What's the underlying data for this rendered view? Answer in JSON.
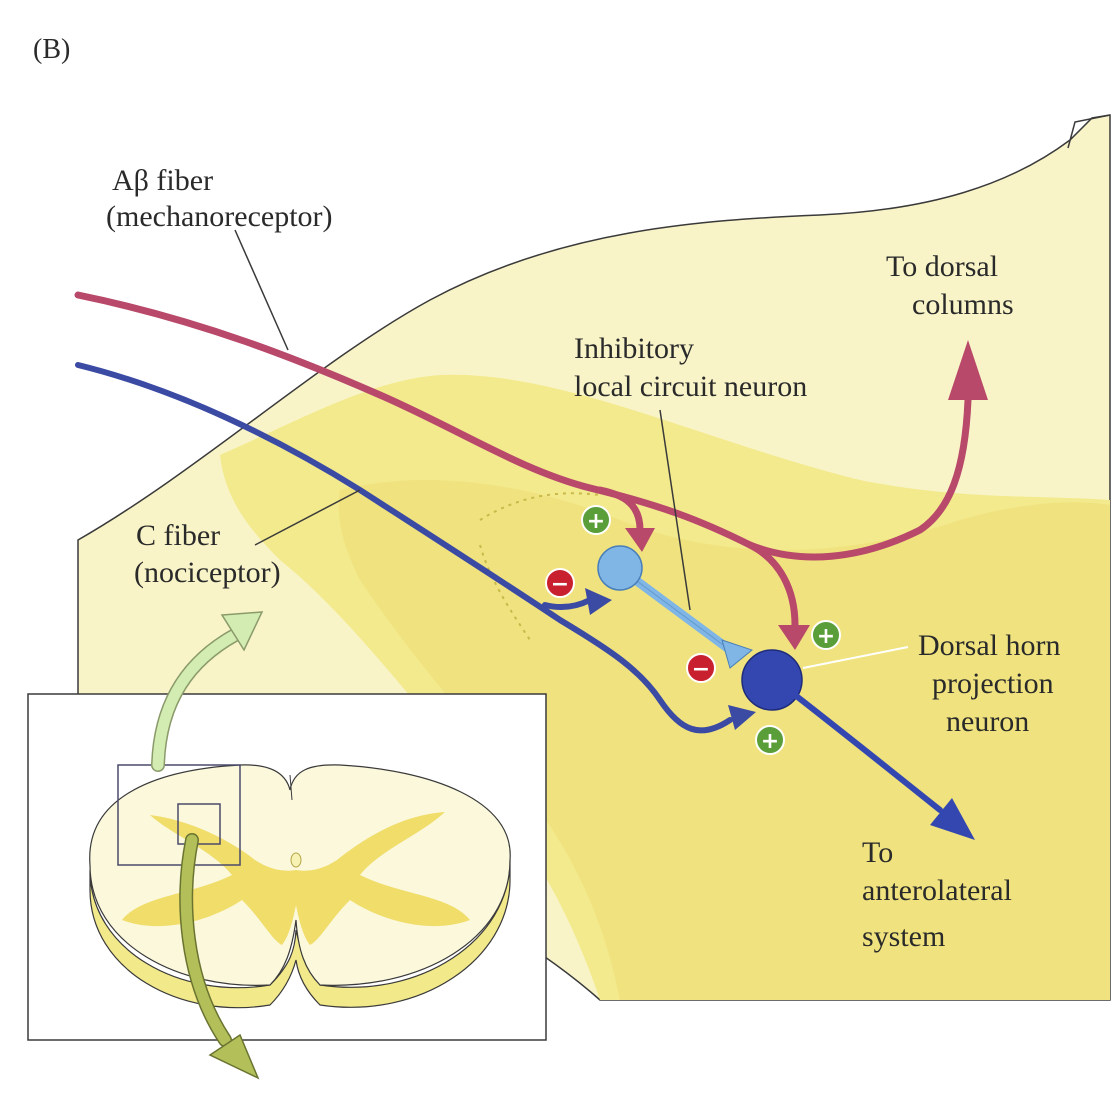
{
  "panel_label": "(B)",
  "labels": {
    "ab_fiber_line1": "Aβ fiber",
    "ab_fiber_line2": "(mechanoreceptor)",
    "c_fiber_line1": "C fiber",
    "c_fiber_line2": "(nociceptor)",
    "dorsal_columns_line1": "To dorsal",
    "dorsal_columns_line2": "columns",
    "inhibitory_line1": "Inhibitory",
    "inhibitory_line2": "local circuit neuron",
    "projection_line1": "Dorsal horn",
    "projection_line2": "projection",
    "projection_line3": "neuron",
    "anterolateral_line1": "To",
    "anterolateral_line2": "anterolateral",
    "anterolateral_line3": "system"
  },
  "signs": {
    "plus": "+",
    "minus": "−"
  },
  "colors": {
    "tissue_outer": "#f7f3c4",
    "tissue_inner": "#f2e98a",
    "tissue_band": "#f0e172",
    "ab_fiber": "#b8496a",
    "c_fiber": "#3b4aa3",
    "interneuron": "#7fb6e6",
    "projection_neuron": "#3447b0",
    "excitatory": "#5a9e3a",
    "inhibitory": "#c8202e",
    "arrow_green": "#c9e7a6",
    "arrow_olive": "#aebc52"
  }
}
